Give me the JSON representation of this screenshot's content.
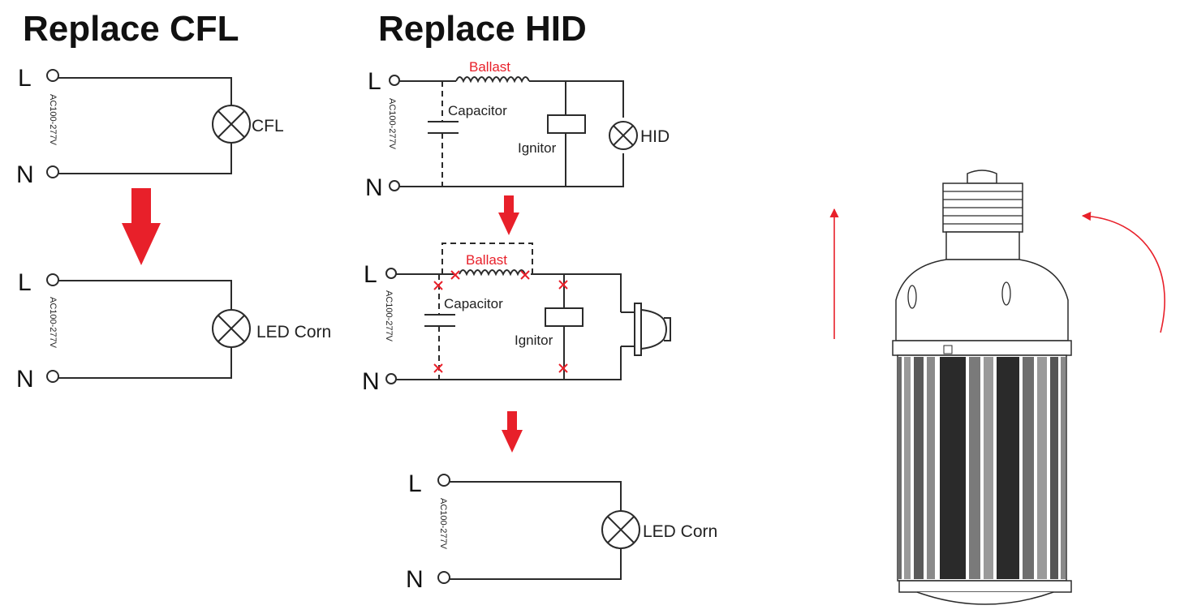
{
  "headings": {
    "cfl": "Replace CFL",
    "hid": "Replace HID"
  },
  "terminals": {
    "line": "L",
    "neutral": "N"
  },
  "voltage": "AC100-277V",
  "components": {
    "cfl": "CFL",
    "hid": "HID",
    "led_corn": "LED Corn",
    "ballast": "Ballast",
    "capacitor": "Capacitor",
    "ignitor": "Ignitor"
  },
  "colors": {
    "accent_red": "#e8202a",
    "wire": "#2b2b2b",
    "led_fin": "#2a2a2a"
  },
  "icons": [
    "lamp-symbol-icon",
    "down-arrow-icon",
    "cut-x-icon",
    "socket-plug-icon",
    "rotation-arrow-icon",
    "led-corn-bulb-icon"
  ]
}
